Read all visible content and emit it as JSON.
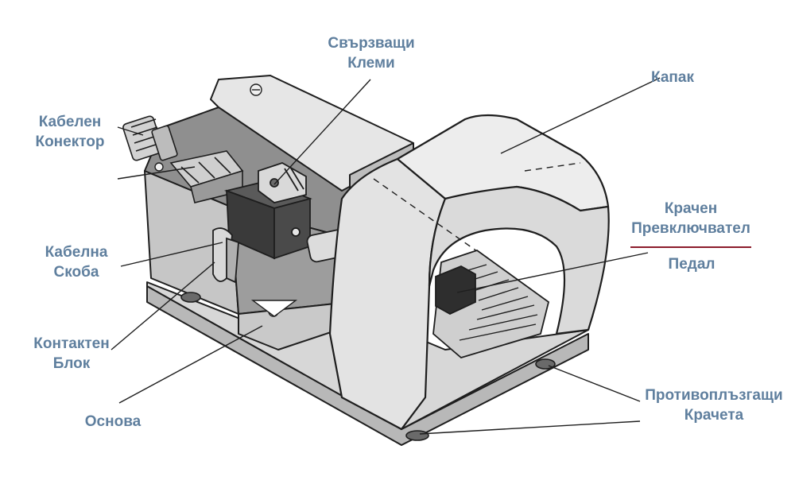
{
  "labels": {
    "terminals": [
      "Свързващи",
      "Клеми"
    ],
    "cover": "Капак",
    "cable_connector": [
      "Кабелен",
      "Конектор"
    ],
    "cable_clamp": [
      "Кабелна",
      "Скоба"
    ],
    "contact_block": [
      "Контактен",
      "Блок"
    ],
    "base": "Основа",
    "foot_switch": [
      "Крачен",
      "Превключвател"
    ],
    "pedal": "Педал",
    "anti_slip_feet": [
      "Противоплъзгащи",
      "Крачета"
    ]
  },
  "colors": {
    "label_text": "#5f7f9e",
    "divider": "#8c1c2c",
    "outline": "#1e1e1e",
    "housing_light": "#e9e9e9",
    "housing_mid": "#cfcfcf",
    "housing_dark": "#a9a9a9",
    "component_dark": "#3a3a3a"
  }
}
